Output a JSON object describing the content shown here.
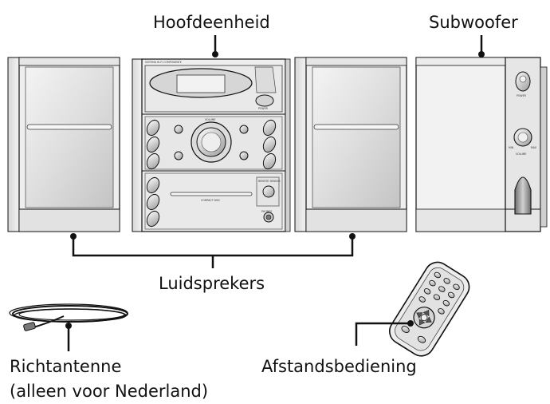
{
  "labels": {
    "main_unit": "Hoofdeenheid",
    "subwoofer": "Subwoofer",
    "speakers": "Luidsprekers",
    "antenna_line1": "Richtantenne",
    "antenna_line2": "(alleen voor Nederland)",
    "remote": "Afstandsbediening"
  },
  "device_text": {
    "top_strip": "SISTEMA HI-FI COMPONENTE",
    "volume": "VOLUME",
    "power": "POWER",
    "sub_power": "POWER",
    "sub_volume": "VOLUME",
    "sub_min": "MIN",
    "sub_max": "MAX",
    "cd_label": "COMPACT DISC",
    "phones": "PHONES",
    "remote_sensor": "REMOTE SENSOR"
  },
  "colors": {
    "line": "#111111",
    "panel": "#ececec",
    "panel_dark": "#c9c9c9",
    "shade": "#b8b8b8"
  }
}
